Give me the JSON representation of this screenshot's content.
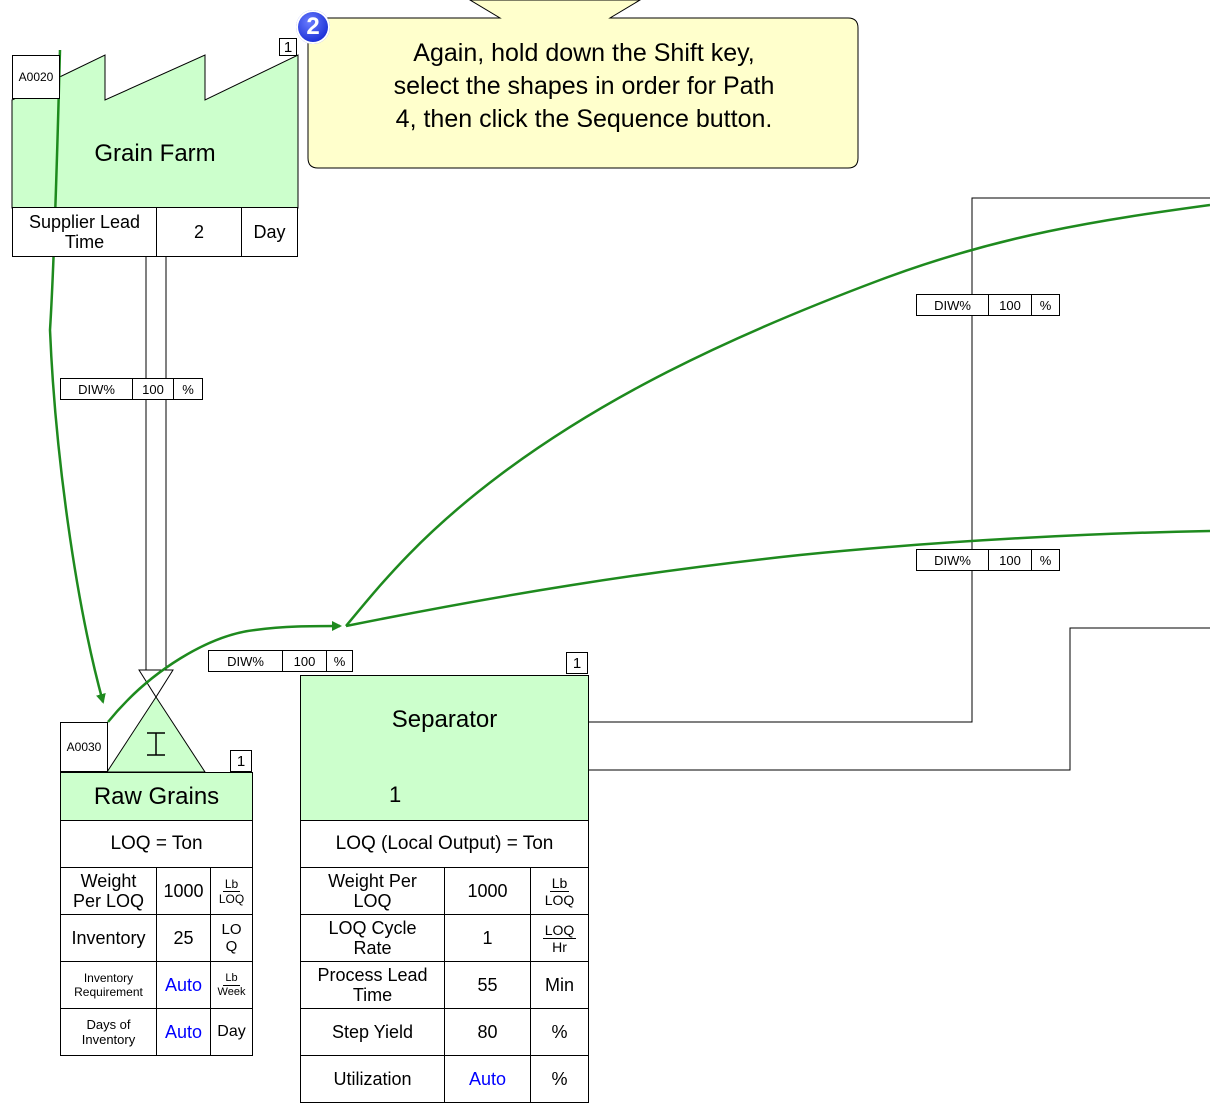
{
  "callout": {
    "step_number": "2",
    "text_line1": "Again, hold down the Shift key,",
    "text_line2": "select the shapes in order for Path",
    "text_line3": "4, then click the Sequence button."
  },
  "grain_farm": {
    "id": "A0020",
    "title": "Grain Farm",
    "count": "1",
    "lead_label_line1": "Supplier Lead",
    "lead_label_line2": "Time",
    "lead_value": "2",
    "lead_unit": "Day"
  },
  "diw_links": [
    {
      "label": "DIW%",
      "value": "100",
      "unit": "%"
    },
    {
      "label": "DIW%",
      "value": "100",
      "unit": "%"
    },
    {
      "label": "DIW%",
      "value": "100",
      "unit": "%"
    },
    {
      "label": "DIW%",
      "value": "100",
      "unit": "%"
    }
  ],
  "raw_grains": {
    "id": "A0030",
    "title": "Raw Grains",
    "count": "1",
    "loq": "LOQ = Ton",
    "rows": [
      {
        "label_1": "Weight",
        "label_2": "Per LOQ",
        "value": "1000",
        "unit_num": "Lb",
        "unit_den": "LOQ"
      },
      {
        "label": "Inventory",
        "value": "25",
        "unit_1": "LO",
        "unit_2": "Q"
      },
      {
        "label_1": "Inventory",
        "label_2": "Requirement",
        "value": "Auto",
        "unit_num": "Lb",
        "unit_den": "Week"
      },
      {
        "label_1": "Days of",
        "label_2": "Inventory",
        "value": "Auto",
        "unit": "Day"
      }
    ]
  },
  "separator": {
    "title": "Separator",
    "count": "1",
    "operators": "1",
    "loq": "LOQ (Local Output) = Ton",
    "rows": [
      {
        "label_1": "Weight Per",
        "label_2": "LOQ",
        "value": "1000",
        "unit_num": "Lb",
        "unit_den": "LOQ"
      },
      {
        "label_1": "LOQ Cycle",
        "label_2": "Rate",
        "value": "1",
        "unit_num": "LOQ",
        "unit_den": "Hr"
      },
      {
        "label_1": "Process Lead",
        "label_2": "Time",
        "value": "55",
        "unit": "Min"
      },
      {
        "label": "Step Yield",
        "value": "80",
        "unit": "%"
      },
      {
        "label": "Utilization",
        "value": "Auto",
        "unit": "%"
      }
    ]
  },
  "colors": {
    "shape_fill": "#ccffcc",
    "path_line": "#1e8a1e",
    "callout_fill": "#ffffcc",
    "auto_value": "#0000ff",
    "badge": "#1a2fd6"
  }
}
